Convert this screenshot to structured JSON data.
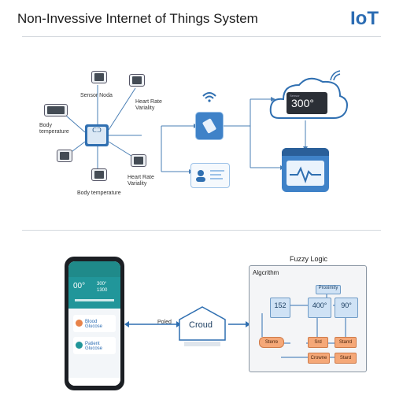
{
  "header": {
    "title": "Non-Invessive Internet of Things System",
    "badge": "IoT"
  },
  "top_diagram": {
    "sensor_node": "Sensor Noda",
    "heart_rate_1": "Heart Rate Variality",
    "body_temp_1": "Body temperature",
    "heart_rate_2": "Heart Rate Variality",
    "body_temp_2": "Body temperature",
    "hub_text": "ᑕᑐ",
    "cloud_reading": "300°",
    "cloud_screen_label": "Sensor"
  },
  "bottom_diagram": {
    "phone": {
      "reading_left": "00°",
      "reading_right": "300°",
      "reading_sub": "1300",
      "card1": "Blood Glucose",
      "card2": "Patient Glucose"
    },
    "arrow_label": "Poled",
    "cloud_label": "Croud",
    "fuzzy_title": "Fuzzy Logic",
    "algorithm_title": "Algcrithm",
    "flow": {
      "top_box": "Proximity",
      "box_152": "152",
      "box_400": "400°",
      "box_90": "90°",
      "box_a": "Sterre",
      "box_b": "Srd",
      "box_c": "Starrd",
      "box_d": "Crowne",
      "box_e": "Stard"
    }
  },
  "colors": {
    "accent": "#2b6cb3",
    "flow_orange": "#f5a878",
    "flow_blue": "#cfe2f5"
  }
}
